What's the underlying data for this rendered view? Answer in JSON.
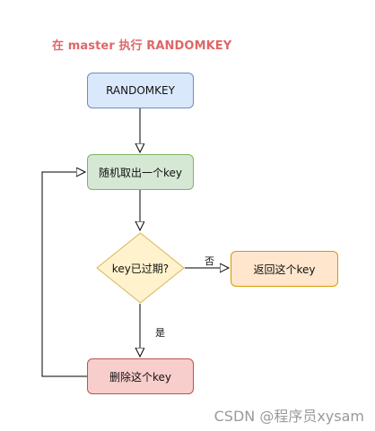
{
  "title": "在 master 执行 RANDOMKEY",
  "nodes": {
    "randomkey": "RANDOMKEY",
    "pick_key": "随机取出一个key",
    "decision": "key已过期?",
    "return_key": "返回这个key",
    "delete_key": "删除这个key"
  },
  "edges": {
    "no_label": "否",
    "yes_label": "是"
  },
  "watermark": "CSDN @程序员xysam",
  "colors": {
    "title": "#e06666",
    "blue_fill": "#dae8fc",
    "green_fill": "#d5e8d4",
    "yellow_fill": "#fff2cc",
    "orange_fill": "#ffe6cc",
    "red_fill": "#f8cecc"
  }
}
